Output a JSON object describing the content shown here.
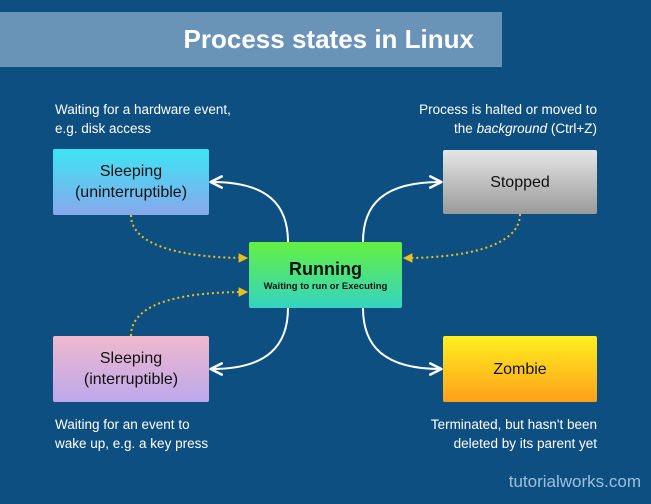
{
  "title": "Process states in Linux",
  "notes": {
    "top_left": [
      "Waiting for a hardware event,",
      "e.g. disk access"
    ],
    "top_right_line1": "Process is halted or moved to",
    "top_right_prefix": "the ",
    "top_right_emphasis": "background",
    "top_right_suffix": " (Ctrl+Z)",
    "bottom_left": [
      "Waiting for an event to",
      "wake up, e.g. a key press"
    ],
    "bottom_right": [
      "Terminated, but hasn't been",
      "deleted by its parent yet"
    ]
  },
  "states": {
    "sleeping_uninterruptible": [
      "Sleeping",
      "(uninterruptible)"
    ],
    "sleeping_interruptible": [
      "Sleeping",
      "(interruptible)"
    ],
    "stopped": "Stopped",
    "zombie": "Zombie",
    "running": "Running",
    "running_sub": "Waiting to run or Executing"
  },
  "watermark": "tutorialworks.com",
  "colors": {
    "background": "#0e4f82",
    "title_bar": "#6a93b8",
    "solid_arrow": "#ffffff",
    "dotted_arrow": "#e8c21c"
  }
}
